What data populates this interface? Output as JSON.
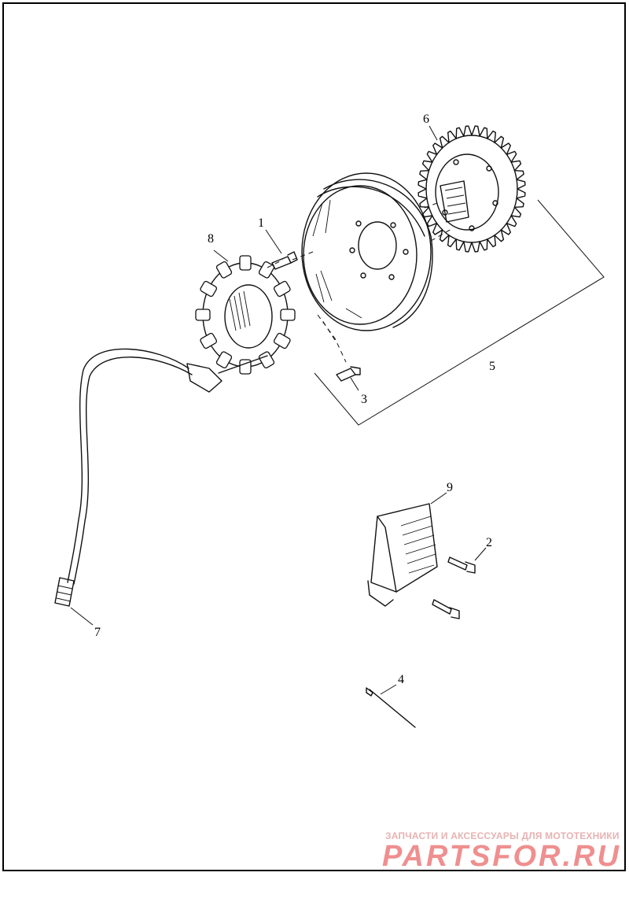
{
  "callouts": {
    "c1": "1",
    "c2": "2",
    "c3": "3",
    "c4": "4",
    "c5": "5",
    "c6": "6",
    "c7": "7",
    "c8": "8",
    "c9": "9"
  },
  "watermark": {
    "tagline": "ЗАПЧАСТИ И АКСЕССУАРЫ ДЛЯ МОТОТЕХНИКИ",
    "brand": "PARTSFOR.RU"
  }
}
